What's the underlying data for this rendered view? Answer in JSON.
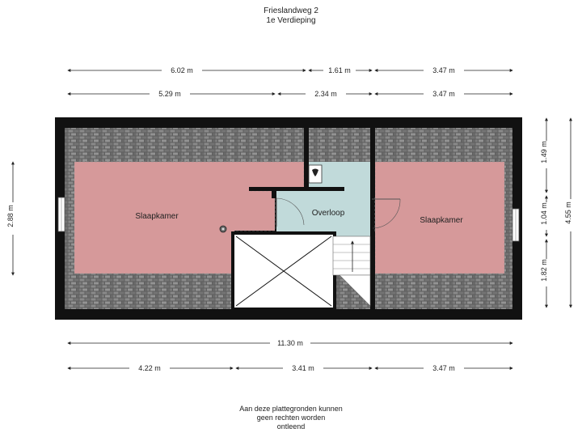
{
  "header": {
    "address": "Frieslandweg 2",
    "floor": "1e Verdieping"
  },
  "rooms": {
    "left": "Slaapkamer",
    "center": "Overloop",
    "right": "Slaapkamer"
  },
  "dimensions": {
    "top_row1": [
      "6.02 m",
      "1.61 m",
      "3.47 m"
    ],
    "top_row2": [
      "5.29 m",
      "2.34 m",
      "3.47 m"
    ],
    "bottom_total": "11.30 m",
    "bottom_row": [
      "4.22 m",
      "3.41 m",
      "3.47 m"
    ],
    "left_height": "2.88 m",
    "right_segments": [
      "1.49 m",
      "1.04 m",
      "1.82 m"
    ],
    "right_total": "4.55 m"
  },
  "disclaimer": {
    "line1": "Aan deze plattegronden kunnen",
    "line2": "geen rechten worden",
    "line3": "ontleend"
  },
  "colors": {
    "bedroom": "#d6999a",
    "landing": "#c1dada",
    "wall": "#111111",
    "roof_tiles": "#6e6e6e"
  }
}
